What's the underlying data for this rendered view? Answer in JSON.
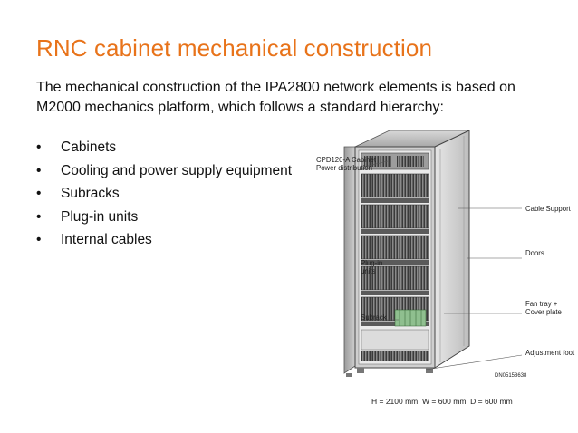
{
  "slide": {
    "title": "RNC cabinet mechanical construction",
    "intro": "The mechanical construction of the IPA2800 network elements is based on M2000 mechanics platform, which follows a standard hierarchy:",
    "bullets": [
      "Cabinets",
      "Cooling and power supply equipment",
      "Subracks",
      "Plug-in units",
      "Internal cables"
    ],
    "bullet_symbol": "•",
    "accent_color": "#e8731a"
  },
  "figure": {
    "labels": {
      "cpd_line1": "CPD120-A Cabinet",
      "cpd_line2": "Power distribution",
      "cable_support": "Cable Support",
      "doors": "Doors",
      "plugin_line1": "Plug-in",
      "plugin_line2": "units",
      "fan_line1": "Fan tray +",
      "fan_line2": "Cover plate",
      "subrack": "Subrack",
      "adjustment": "Adjustment foot",
      "code": "DN05158638"
    },
    "dimensions": "H = 2100 mm, W = 600 mm, D = 600 mm"
  }
}
